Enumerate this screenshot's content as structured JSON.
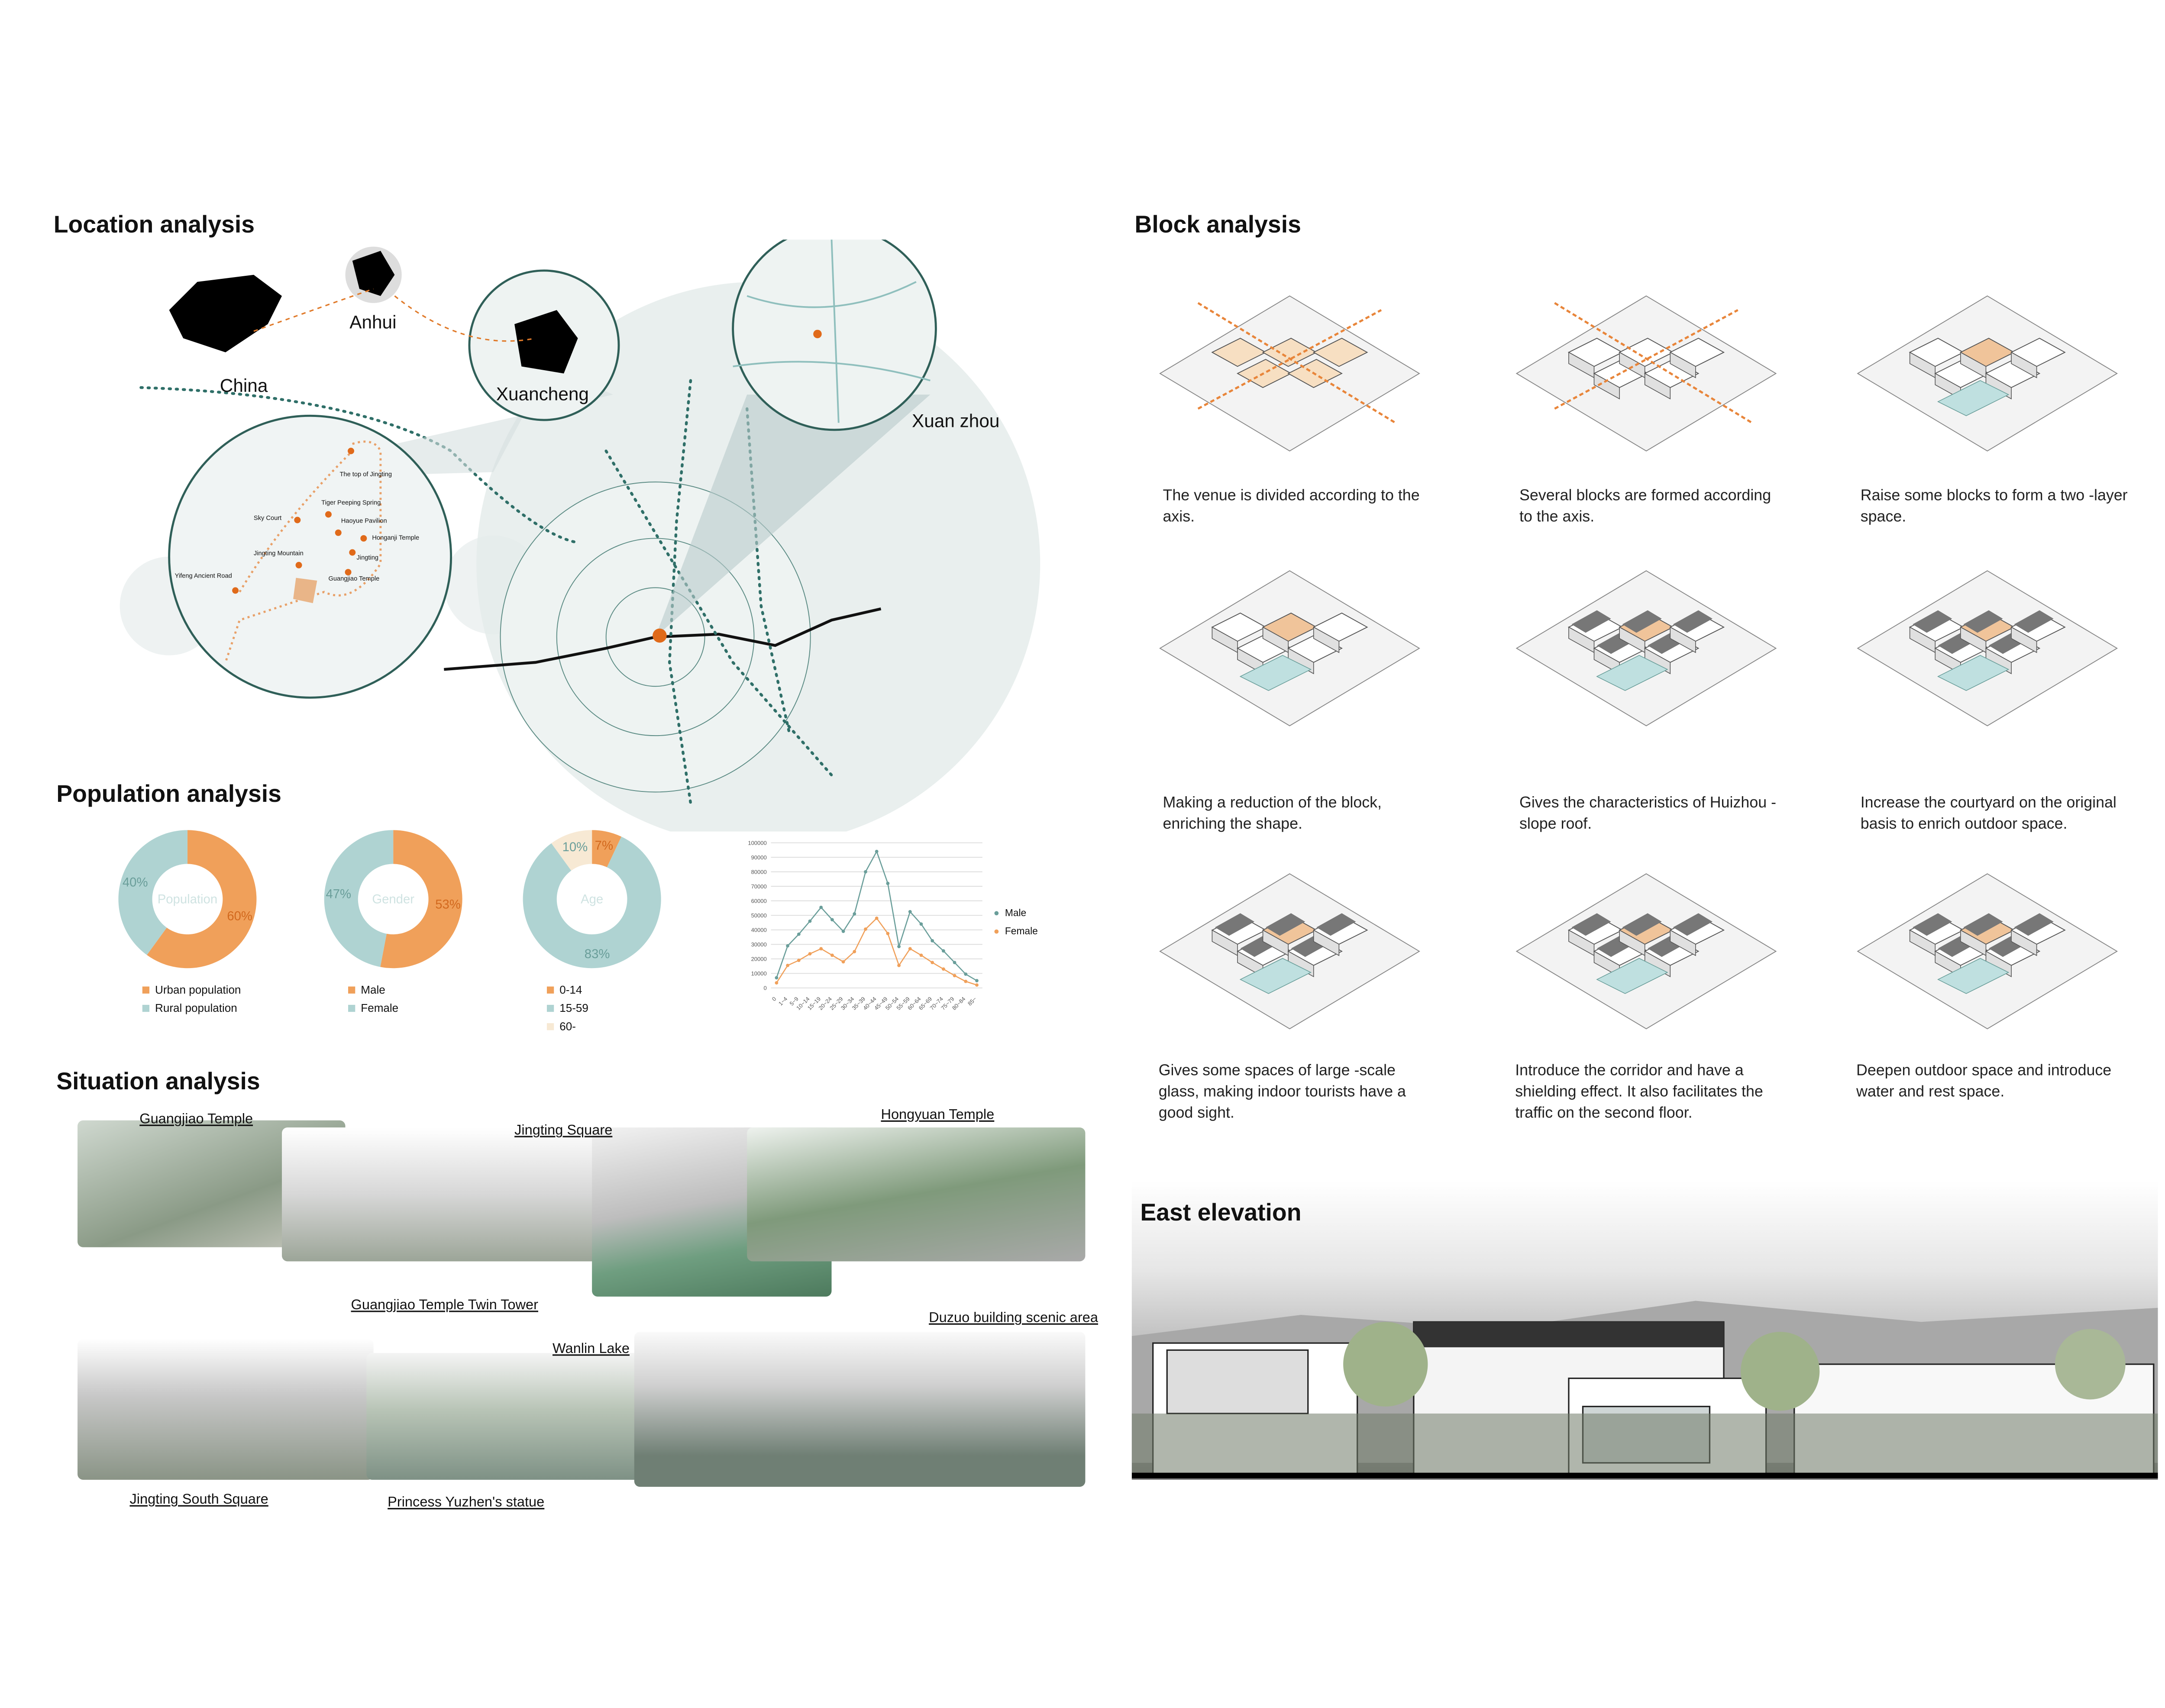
{
  "location": {
    "title": "Location analysis",
    "labels": {
      "china": "China",
      "anhui": "Anhui",
      "xuancheng": "Xuancheng",
      "xuanzhou": "Xuan zhou"
    },
    "places": [
      "The top of Jingting",
      "Tiger Peeping Spring",
      "Sky Court",
      "Haoyue Pavilion",
      "Honganji Temple",
      "Jingting Mountain",
      "Jingting",
      "Yifeng Ancient Road",
      "Guangjiao Temple"
    ]
  },
  "population": {
    "title": "Population analysis",
    "donuts": [
      {
        "center": "Population",
        "slices": [
          {
            "label": "Urban population",
            "pct": 60,
            "color": "#F0A05A"
          },
          {
            "label": "Rural population",
            "pct": 40,
            "color": "#AFD3D2"
          }
        ]
      },
      {
        "center": "Gender",
        "slices": [
          {
            "label": "Male",
            "pct": 53,
            "color": "#F0A05A"
          },
          {
            "label": "Female",
            "pct": 47,
            "color": "#AFD3D2"
          }
        ]
      },
      {
        "center": "Age",
        "slices": [
          {
            "label": "0-14",
            "pct": 7,
            "color": "#F0A05A"
          },
          {
            "label": "15-59",
            "pct": 83,
            "color": "#AFD3D2"
          },
          {
            "label": "60-",
            "pct": 10,
            "color": "#F7E9D4"
          }
        ]
      }
    ]
  },
  "chart_data": {
    "type": "line",
    "title": "",
    "xlabel": "",
    "ylabel": "",
    "ylim": [
      0,
      100000
    ],
    "yticks": [
      "0",
      "10000",
      "20000",
      "30000",
      "40000",
      "50000",
      "60000",
      "70000",
      "80000",
      "90000",
      "100000"
    ],
    "categories": [
      "0",
      "1~4",
      "5~9",
      "10~14",
      "15~19",
      "20~24",
      "25~29",
      "30~34",
      "35~39",
      "40~44",
      "45~49",
      "50~54",
      "55~59",
      "60~64",
      "65~69",
      "70~74",
      "75~79",
      "80~84",
      "85~"
    ],
    "series": [
      {
        "name": "Male",
        "color": "#6A9E9A",
        "values": [
          7000,
          29000,
          37000,
          46000,
          55500,
          47000,
          39000,
          51000,
          80000,
          94000,
          72000,
          28500,
          52500,
          44000,
          32500,
          25500,
          17500,
          9500,
          5000
        ]
      },
      {
        "name": "Female",
        "color": "#F0A05A",
        "values": [
          3500,
          15500,
          19000,
          23500,
          27000,
          22500,
          18000,
          25000,
          40500,
          48000,
          37500,
          15500,
          27000,
          22500,
          17500,
          13000,
          8500,
          4500,
          2000
        ]
      }
    ],
    "legend": "right"
  },
  "situation": {
    "title": "Situation analysis",
    "labels": [
      "Guangjiao Temple",
      "Jingting Square",
      "Hongyuan Temple",
      "Guangjiao Temple Twin Tower",
      "Wanlin Lake",
      "Duzuo building scenic area",
      "Jingting South Square",
      "Princess Yuzhen's statue"
    ]
  },
  "block": {
    "title": "Block analysis",
    "captions": [
      "The venue is divided according to the axis.",
      "Several blocks are formed according to the axis.",
      "Raise some blocks to form a two -layer space.",
      "Making a reduction of the block, enriching the shape.",
      "Gives the characteristics of Huizhou -slope roof.",
      "Increase the courtyard on the original basis to enrich outdoor space.",
      "Gives some spaces of large -scale glass, making indoor tourists have a good sight.",
      "Introduce the corridor and have a shielding effect. It also facilitates the traffic on the second floor.",
      "Deepen outdoor space and introduce water and rest space."
    ]
  },
  "elevation": {
    "title": "East elevation"
  }
}
